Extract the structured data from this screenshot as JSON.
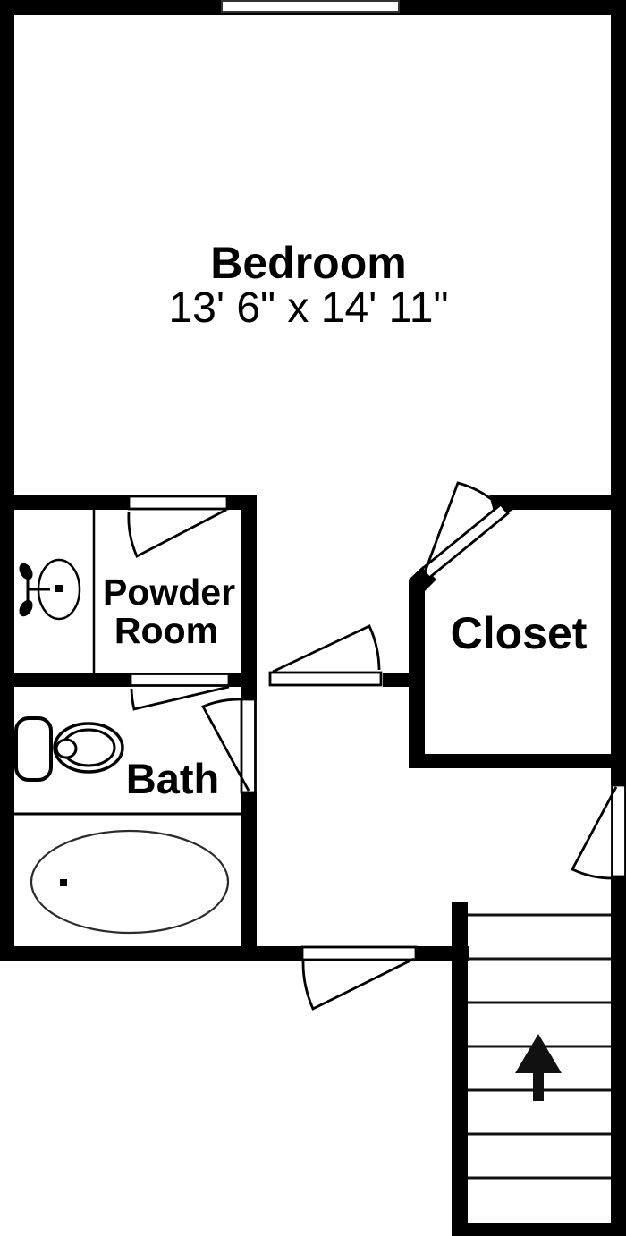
{
  "plan": {
    "type": "floor-plan",
    "colors": {
      "wall": "#000000",
      "background": "#ffffff",
      "fixture_outline": "#2b2b2b"
    },
    "rooms": {
      "bedroom": {
        "name": "Bedroom",
        "dimensions": "13' 6\" x 14' 11\""
      },
      "powder_room": {
        "name_line1": "Powder",
        "name_line2": "Room"
      },
      "bath": {
        "name": "Bath"
      },
      "closet": {
        "name": "Closet"
      }
    },
    "fixtures": {
      "window": "window-top-wall",
      "sink": "powder-room-sink",
      "toilet": "bath-toilet",
      "bathtub": "oval-tub",
      "stairs": "staircase-up",
      "stairs_arrow": "up-arrow"
    },
    "doors_count": 7
  }
}
